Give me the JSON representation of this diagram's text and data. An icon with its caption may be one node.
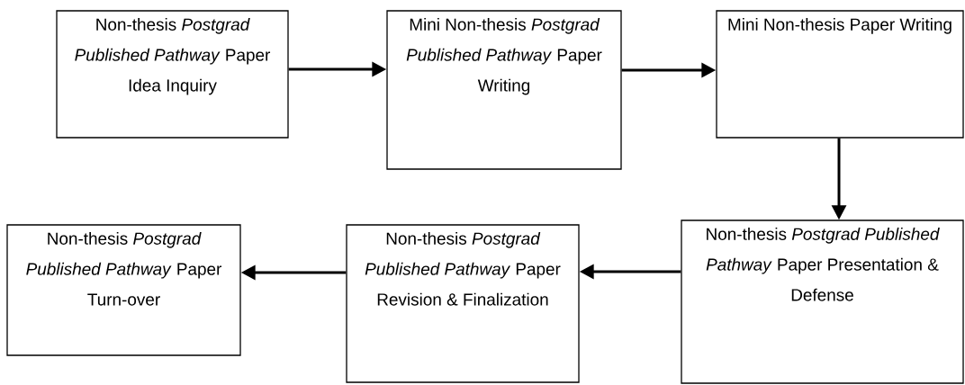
{
  "diagram": {
    "nodes": [
      {
        "text": [
          "Non-thesis *Postgrad Published Pathway* Paper Idea Inquiry"
        ]
      },
      {
        "text": [
          "Mini Non-thesis *Postgrad Published Pathway* Paper Writing"
        ]
      },
      {
        "text": [
          "Mini Non-thesis Paper Writing"
        ]
      },
      {
        "text": [
          "Non-thesis *Postgrad Published Pathway* Paper Presentation & Defense"
        ]
      },
      {
        "text": [
          "Non-thesis *Postgrad Published Pathway* Paper Revision & Finalization"
        ]
      },
      {
        "text": [
          "Non-thesis *Postgrad Published Pathway* Paper Turn-over"
        ]
      }
    ],
    "edges": [
      {
        "from": 0,
        "to": 1,
        "arrow": "to"
      },
      {
        "from": 1,
        "to": 2,
        "arrow": "to"
      },
      {
        "from": 2,
        "to": 3,
        "arrow": "to"
      },
      {
        "from": 3,
        "to": 4,
        "arrow": "to"
      },
      {
        "from": 4,
        "to": 5,
        "arrow": "to"
      }
    ]
  }
}
